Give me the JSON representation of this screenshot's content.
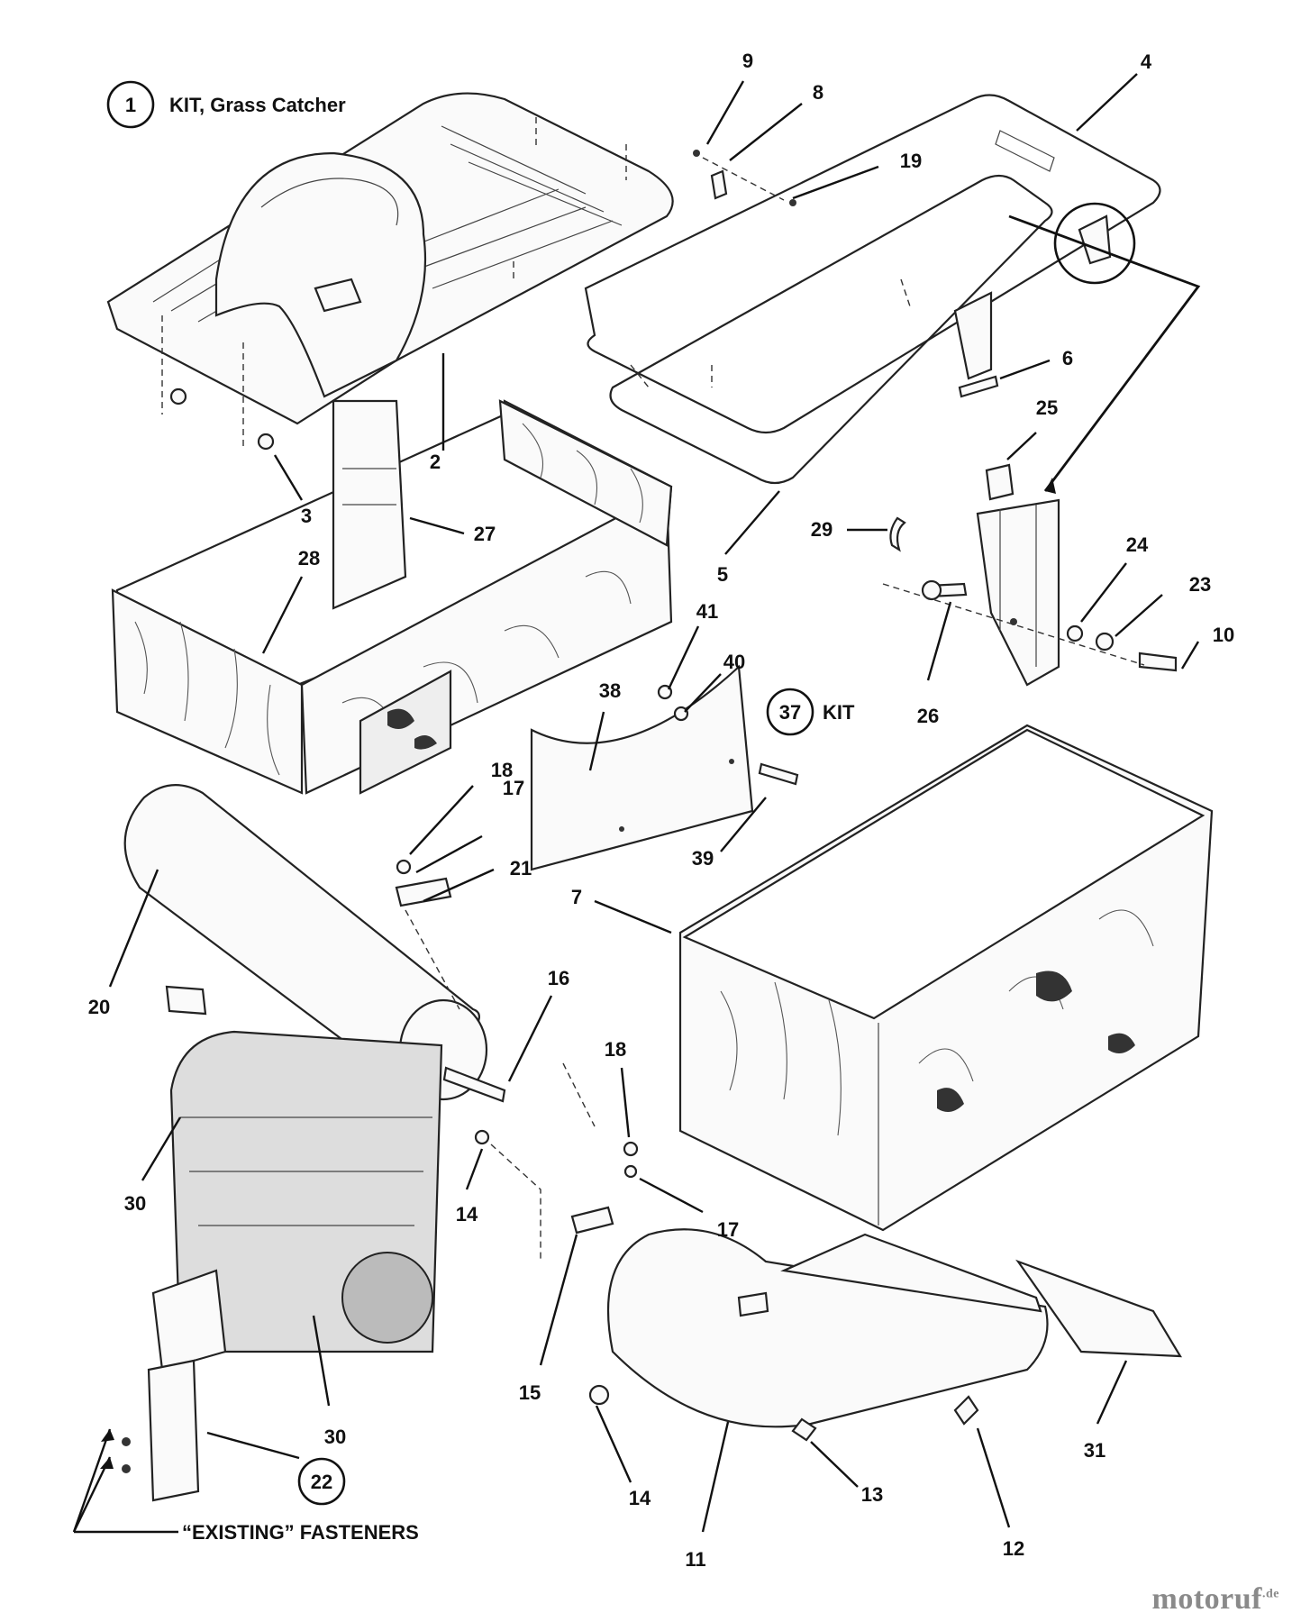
{
  "kit_label": {
    "number": "1",
    "text": "KIT, Grass Catcher"
  },
  "kit37_label": {
    "number": "37",
    "text": "KIT"
  },
  "kit22_label": {
    "number": "22"
  },
  "fastener_note": "“EXISTING” FASTENERS",
  "watermark": {
    "name": "motoruf",
    "domain": ".de"
  },
  "callouts": {
    "c2": "2",
    "c3": "3",
    "c4": "4",
    "c5": "5",
    "c6": "6",
    "c7": "7",
    "c8": "8",
    "c9": "9",
    "c10": "10",
    "c11": "11",
    "c12": "12",
    "c13": "13",
    "c14a": "14",
    "c14b": "14",
    "c15": "15",
    "c16": "16",
    "c17a": "17",
    "c17b": "17",
    "c18a": "18",
    "c18b": "18",
    "c19": "19",
    "c20": "20",
    "c21": "21",
    "c23": "23",
    "c24": "24",
    "c25": "25",
    "c26": "26",
    "c27": "27",
    "c28": "28",
    "c29": "29",
    "c30a": "30",
    "c30b": "30",
    "c31": "31",
    "c38": "38",
    "c39": "39",
    "c40": "40",
    "c41": "41"
  }
}
